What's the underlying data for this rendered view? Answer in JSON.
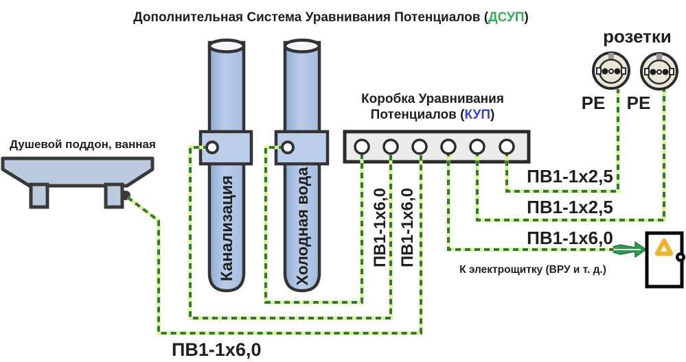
{
  "title": {
    "prefix": "Дополнительная Система Уравнивания Потенциалов (",
    "accent": "ДСУП",
    "suffix": ")"
  },
  "colors": {
    "accent_green": "#2fae52",
    "accent_blue": "#3a3ccc",
    "wire_dash": "#2c7a3f",
    "wire_glow": "#dcf186",
    "pipe_fill": "#aec4e4",
    "clamp_fill": "#bccee9",
    "tub_fill": "#bccadf",
    "kup_box_fill": "#ececec",
    "socket_fill": "#e9e7d9",
    "triangle_yellow": "#f0b42c",
    "arrow_green": "#27a04e"
  },
  "bath": {
    "label": "Душевой поддон, ванная"
  },
  "pipes": {
    "pipe1_label": "Канализация",
    "pipe2_label": "Холодная вода"
  },
  "kup": {
    "line1": "Коробка Уравнивания",
    "line2_prefix": "Потенциалов (",
    "accent": "КУП",
    "suffix": ")"
  },
  "sockets": {
    "title": "розетки",
    "pe_left": "PE",
    "pe_right": "PE"
  },
  "wire_labels": {
    "socket1": "ПВ1-1х2,5",
    "socket2": "ПВ1-1х2,5",
    "panel": "ПВ1-1х6,0",
    "kup_v1": "ПВ1-1х6,0",
    "kup_v2": "ПВ1-1х6,0",
    "bath_bottom": "ПВ1-1х6,0"
  },
  "panel": {
    "caption": "К электрощитку (ВРУ и т. д.)"
  }
}
